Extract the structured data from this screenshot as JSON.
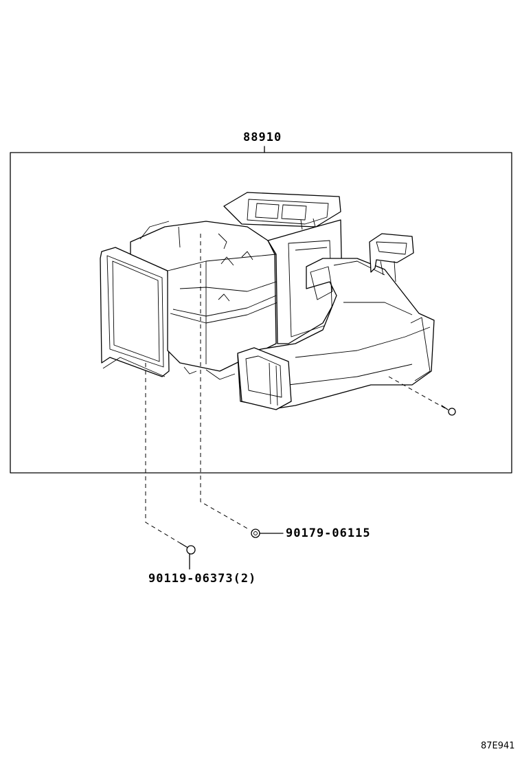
{
  "main_part": {
    "number": "88910"
  },
  "callouts": [
    {
      "part_number": "90179-06115"
    },
    {
      "part_number": "90119-06373(2)"
    }
  ],
  "footer": {
    "illustration_code": "87E941"
  }
}
